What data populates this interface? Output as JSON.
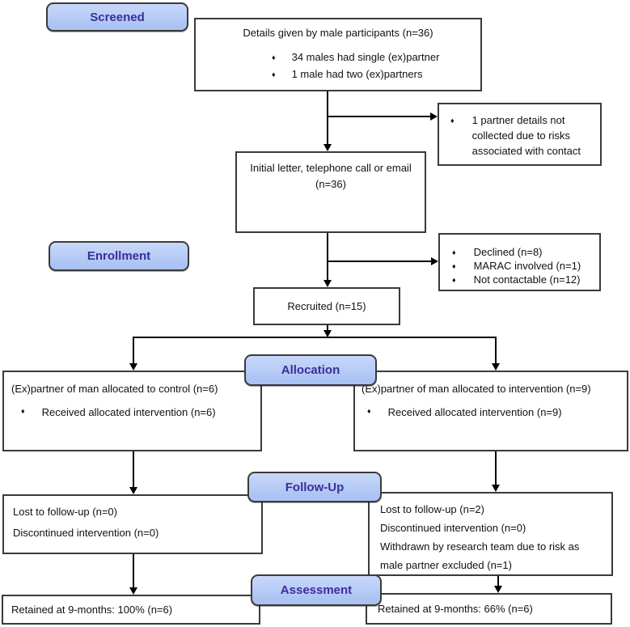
{
  "diagram": {
    "stages": {
      "screened": "Screened",
      "enrollment": "Enrollment",
      "allocation": "Allocation",
      "follow_up": "Follow-Up",
      "assessment": "Assessment"
    },
    "glyphs": {
      "bullet": "♦"
    },
    "boxes": {
      "details": {
        "title": "Details given by male participants (n=36)",
        "bullets": [
          "34 males had single (ex)partner",
          "1 male had two (ex)partners"
        ]
      },
      "not_collected": {
        "bullets": [
          "1 partner details not collected due to risks associated with contact"
        ]
      },
      "initial_contact": {
        "title": "Initial letter, telephone call or email (n=36)"
      },
      "excluded": {
        "bullets": [
          "Declined (n=8)",
          "MARAC involved (n=1)",
          "Not contactable (n=12)"
        ]
      },
      "recruited": {
        "title": "Recruited (n=15)"
      },
      "control": {
        "title": "(Ex)partner of man allocated to control (n=6)",
        "bullets": [
          "Received allocated intervention (n=6)"
        ]
      },
      "intervention": {
        "title": "(Ex)partner of man allocated to intervention (n=9)",
        "bullets": [
          "Received allocated intervention (n=9)"
        ]
      },
      "followup_control": {
        "lines": [
          "Lost to follow-up (n=0)",
          "Discontinued intervention (n=0)"
        ]
      },
      "followup_intervention": {
        "lines": [
          "Lost to follow-up (n=2)",
          "Discontinued intervention (n=0)",
          "Withdrawn by research team due to risk as male partner excluded (n=1)"
        ]
      },
      "retained_control": {
        "title": "Retained at 9-months: 100% (n=6)"
      },
      "retained_intervention": {
        "title": "Retained at 9-months: 66% (n=6)"
      }
    },
    "colors": {
      "stage_fill": "#abc3f3",
      "stage_fill_top": "#c9d8fa",
      "stage_text": "#3b2d9b",
      "box_border": "#3a3a3a",
      "line": "#000000"
    }
  }
}
